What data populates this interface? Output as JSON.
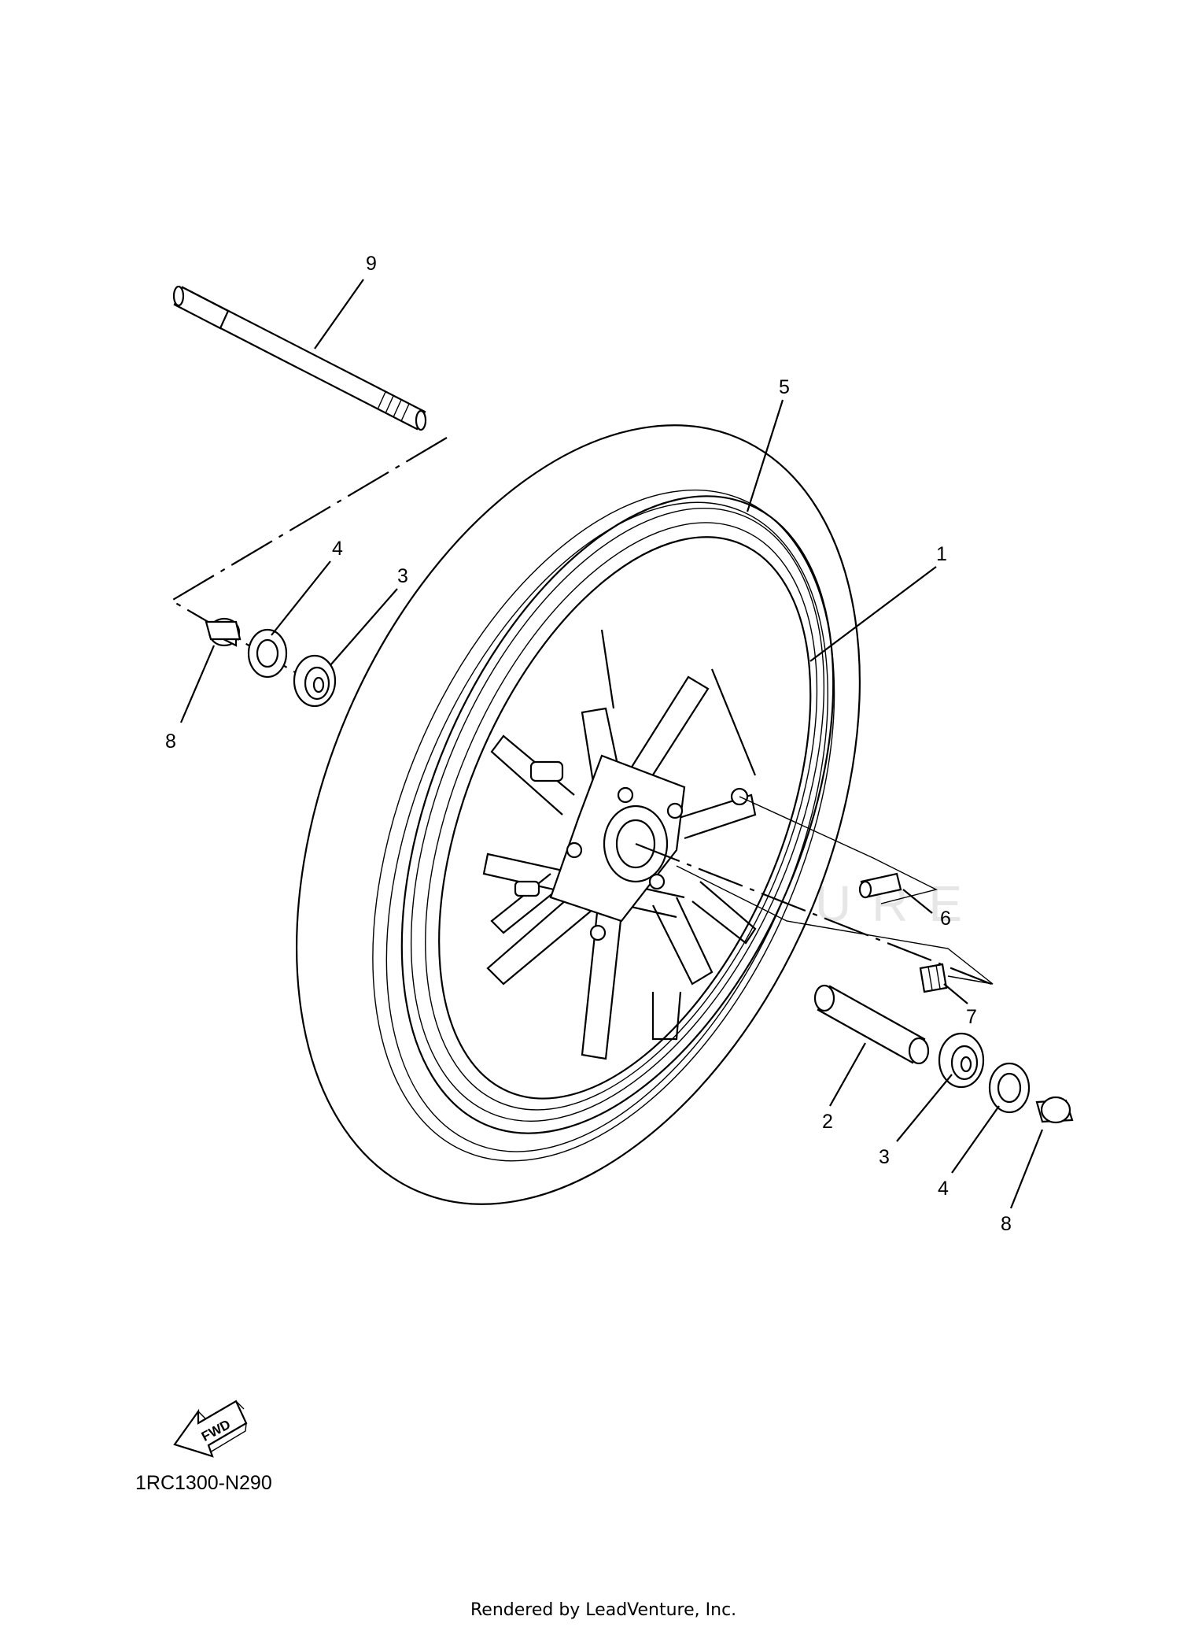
{
  "watermark": "LEADVENTURE",
  "callouts": {
    "wheel": "1",
    "collar": "2",
    "bearing_left": "3",
    "bearing_right": "3",
    "oil_seal_left": "4",
    "oil_seal_right": "4",
    "tire": "5",
    "valve": "6",
    "balance_weight": "7",
    "spacer_left": "8",
    "spacer_right": "8",
    "axle": "9"
  },
  "fwd_label": "FWD",
  "diagram_code": "1RC1300-N290",
  "footer_credit": "Rendered by LeadVenture, Inc."
}
